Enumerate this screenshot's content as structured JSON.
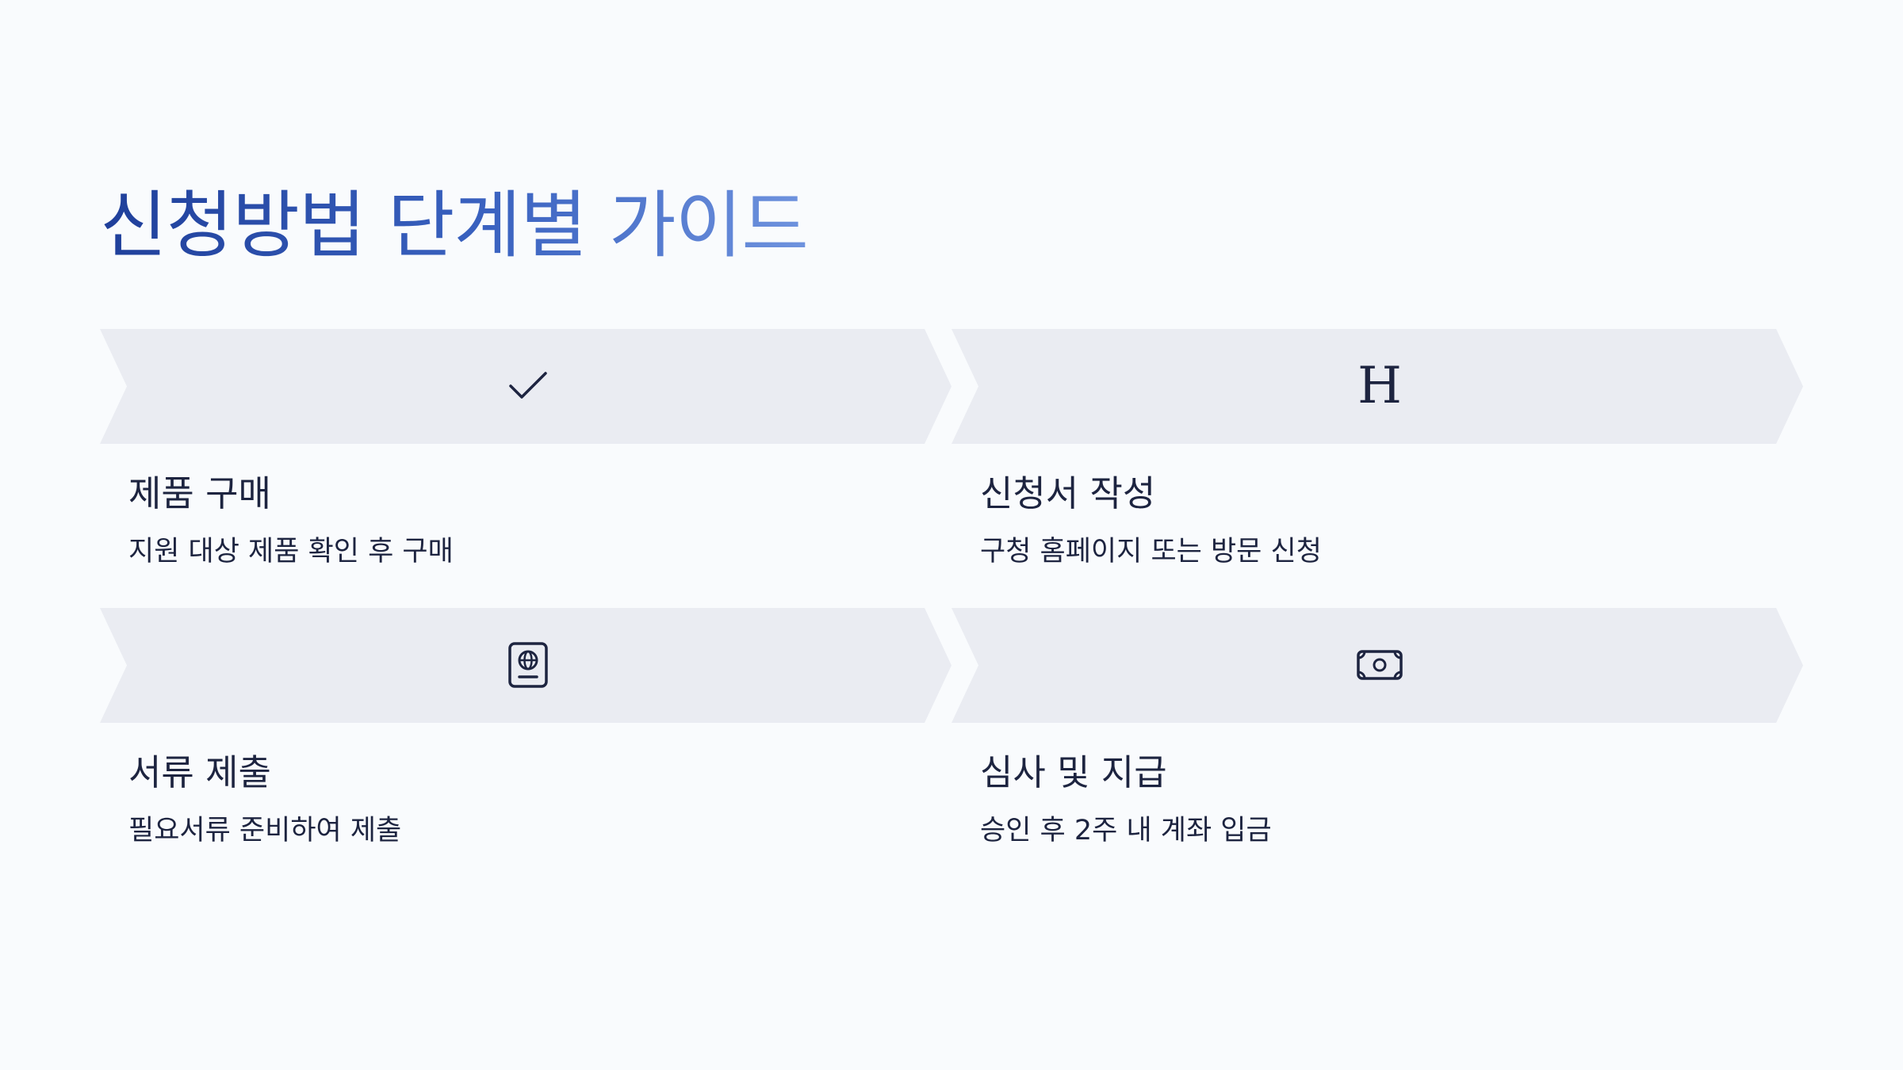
{
  "page": {
    "title": "신청방법 단계별 가이드"
  },
  "colors": {
    "background": "#f9fbfd",
    "chevron_fill": "#eaecf2",
    "title_gradient_start": "#1f3f9a",
    "title_gradient_end": "#6f93de",
    "text": "#1d2440"
  },
  "steps": [
    {
      "icon": "check-icon",
      "title": "제품 구매",
      "description": "지원 대상 제품 확인 후 구매"
    },
    {
      "icon": "letter-h-icon",
      "icon_text": "H",
      "title": "신청서 작성",
      "description": "구청 홈페이지 또는 방문 신청"
    },
    {
      "icon": "passport-icon",
      "title": "서류 제출",
      "description": "필요서류 준비하여 제출"
    },
    {
      "icon": "money-icon",
      "title": "심사 및 지급",
      "description": "승인 후 2주 내 계좌 입금"
    }
  ]
}
